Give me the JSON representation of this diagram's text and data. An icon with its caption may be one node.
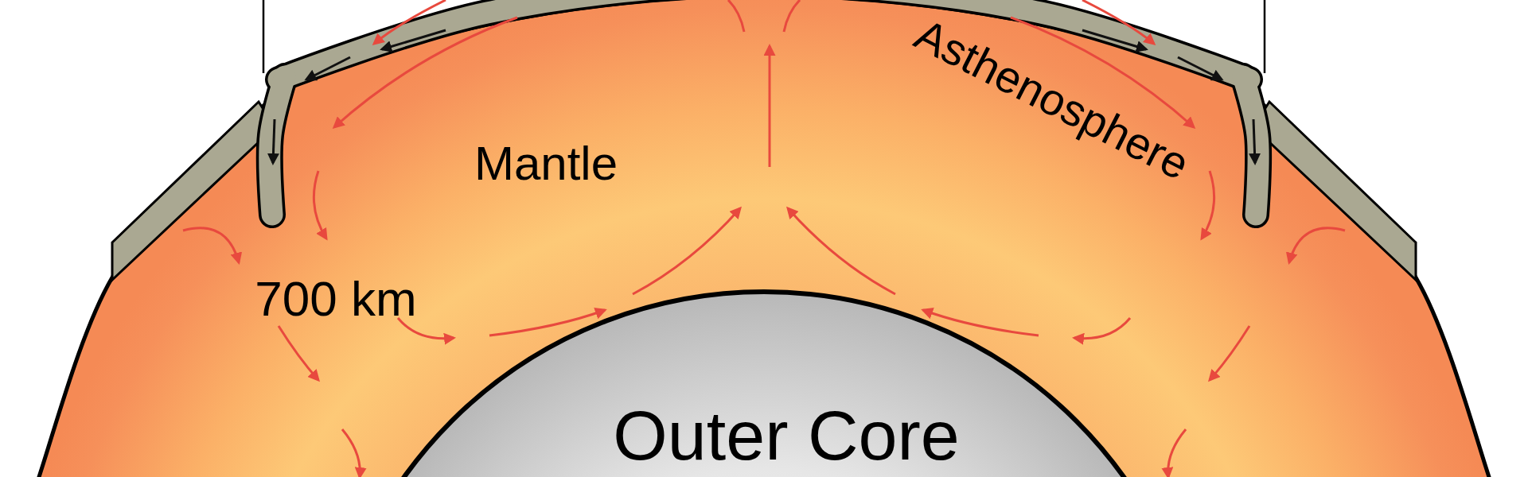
{
  "diagram": {
    "labels": [
      "Asthenosphere",
      "Mantle",
      "700 km",
      "Outer Core"
    ]
  }
}
